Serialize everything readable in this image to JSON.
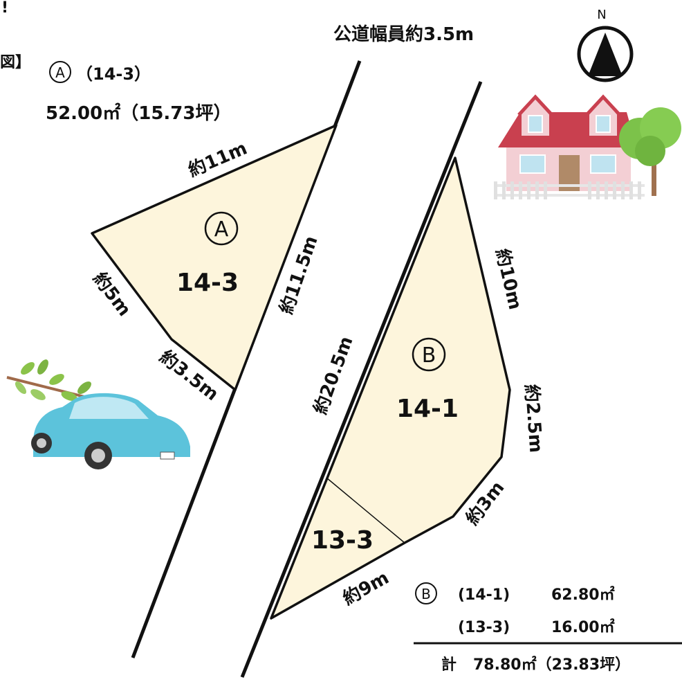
{
  "road_label": "公道幅員約3.5m",
  "compass": {
    "letter": "N"
  },
  "edge_fragment_top": "!",
  "edge_fragment_bracket": "図】",
  "lot_a": {
    "circle_letter": "A",
    "header_parcel": "（14-3）",
    "header_area": "52.00㎡（15.73坪）",
    "plot_number": "14-3",
    "dims": {
      "top": "約11m",
      "right": "約11.5m",
      "left": "約5m",
      "bottom": "約3.5m"
    }
  },
  "lot_b": {
    "circle_letter": "B",
    "plot_number_main": "14-1",
    "plot_number_sub": "13-3",
    "dims": {
      "left": "約20.5m",
      "right_upper": "約10m",
      "right_mid": "約2.5m",
      "right_lower": "約3m",
      "bottom": "約9m"
    },
    "summary": {
      "rows": [
        {
          "parcel": "(14-1)",
          "area": "62.80㎡"
        },
        {
          "parcel": "(13-3)",
          "area": "16.00㎡"
        }
      ],
      "total_label": "計",
      "total_value": "78.80㎡（23.83坪）"
    }
  },
  "colors": {
    "lot_fill": "#fdf5dc",
    "line": "#111111",
    "car": "#5cc3db",
    "roof": "#c9404f",
    "house_wall": "#f3cfd4",
    "tree": "#7cc24a"
  }
}
